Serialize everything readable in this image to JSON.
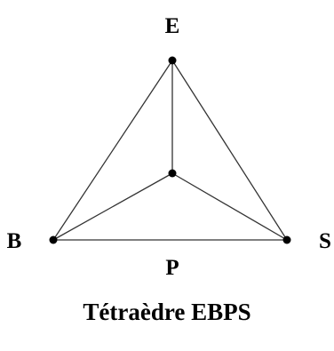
{
  "diagram": {
    "vertices": {
      "top": "E",
      "left": "B",
      "right": "S",
      "center": "P"
    },
    "caption": "Tétraèdre EBPS",
    "colors": {
      "stroke": "#333333",
      "vertex": "#000000",
      "text": "#000000"
    }
  }
}
